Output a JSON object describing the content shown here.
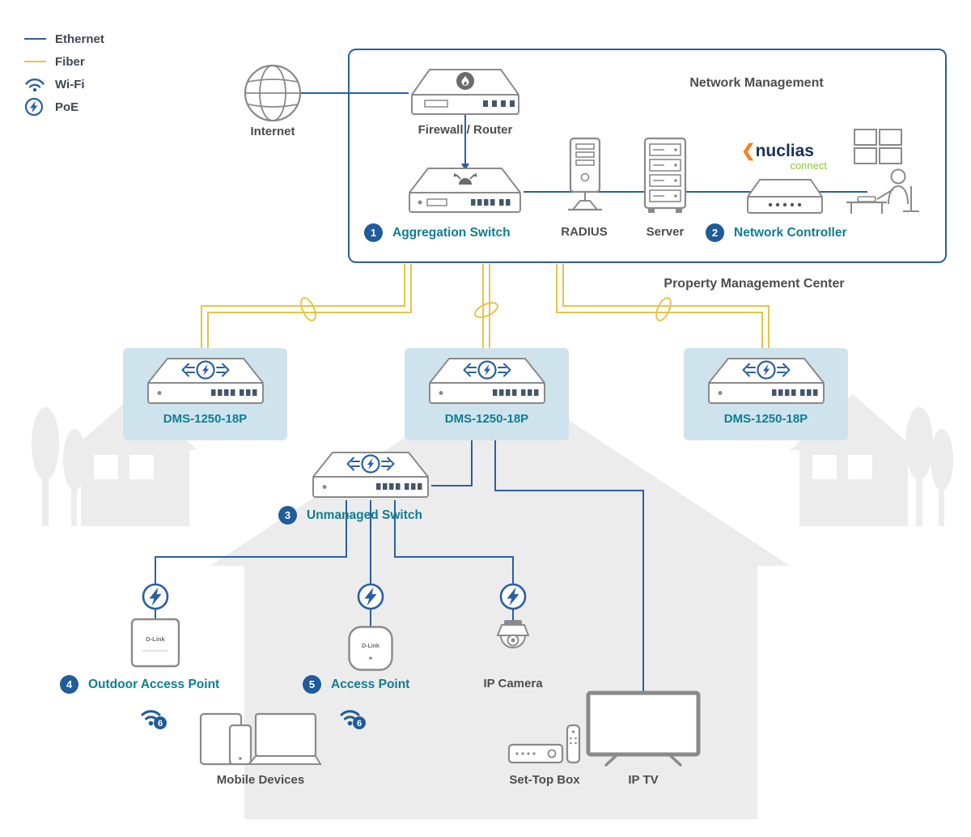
{
  "colors": {
    "ethernet_line": "#2a5fa5",
    "fiber_line": "#e7c34b",
    "label_teal": "#0d7e93",
    "label_gray": "#4d4d4d",
    "badge_blue": "#1f5c99",
    "nm_border_blue": "#2a5fa5",
    "dms_panel_bg": "#cfe3ec",
    "house_silhouette": "#ececec",
    "nuclias_navy": "#16325c",
    "nuclias_chevron_orange": "#f5821f",
    "nuclias_connect_green": "#8cc63f"
  },
  "legend": {
    "ethernet": "Ethernet",
    "fiber": "Fiber",
    "wifi": "Wi-Fi",
    "poe": "PoE"
  },
  "management": {
    "title": "Network Management",
    "internet": "Internet",
    "firewall": "Firewall / Router",
    "aggregation_badge": "1",
    "aggregation": "Aggregation Switch",
    "radius": "RADIUS",
    "server": "Server",
    "controller_badge": "2",
    "controller": "Network Controller",
    "nuclias_chevron": "❮",
    "nuclias_brand": "nuclias",
    "nuclias_sub": "connect",
    "property_center": "Property Management Center"
  },
  "access_layer": {
    "dms_left": "DMS-1250-18P",
    "dms_center": "DMS-1250-18P",
    "dms_right": "DMS-1250-18P",
    "unmanaged_badge": "3",
    "unmanaged": "Unmanaged Switch"
  },
  "edge": {
    "outdoor_ap_badge": "4",
    "outdoor_ap": "Outdoor Access Point",
    "ap_badge": "5",
    "ap": "Access Point",
    "camera": "IP Camera",
    "mobile": "Mobile Devices",
    "stb": "Set-Top Box",
    "iptv": "IP TV",
    "wifi6_badge": "6",
    "brand": "D-Link"
  }
}
